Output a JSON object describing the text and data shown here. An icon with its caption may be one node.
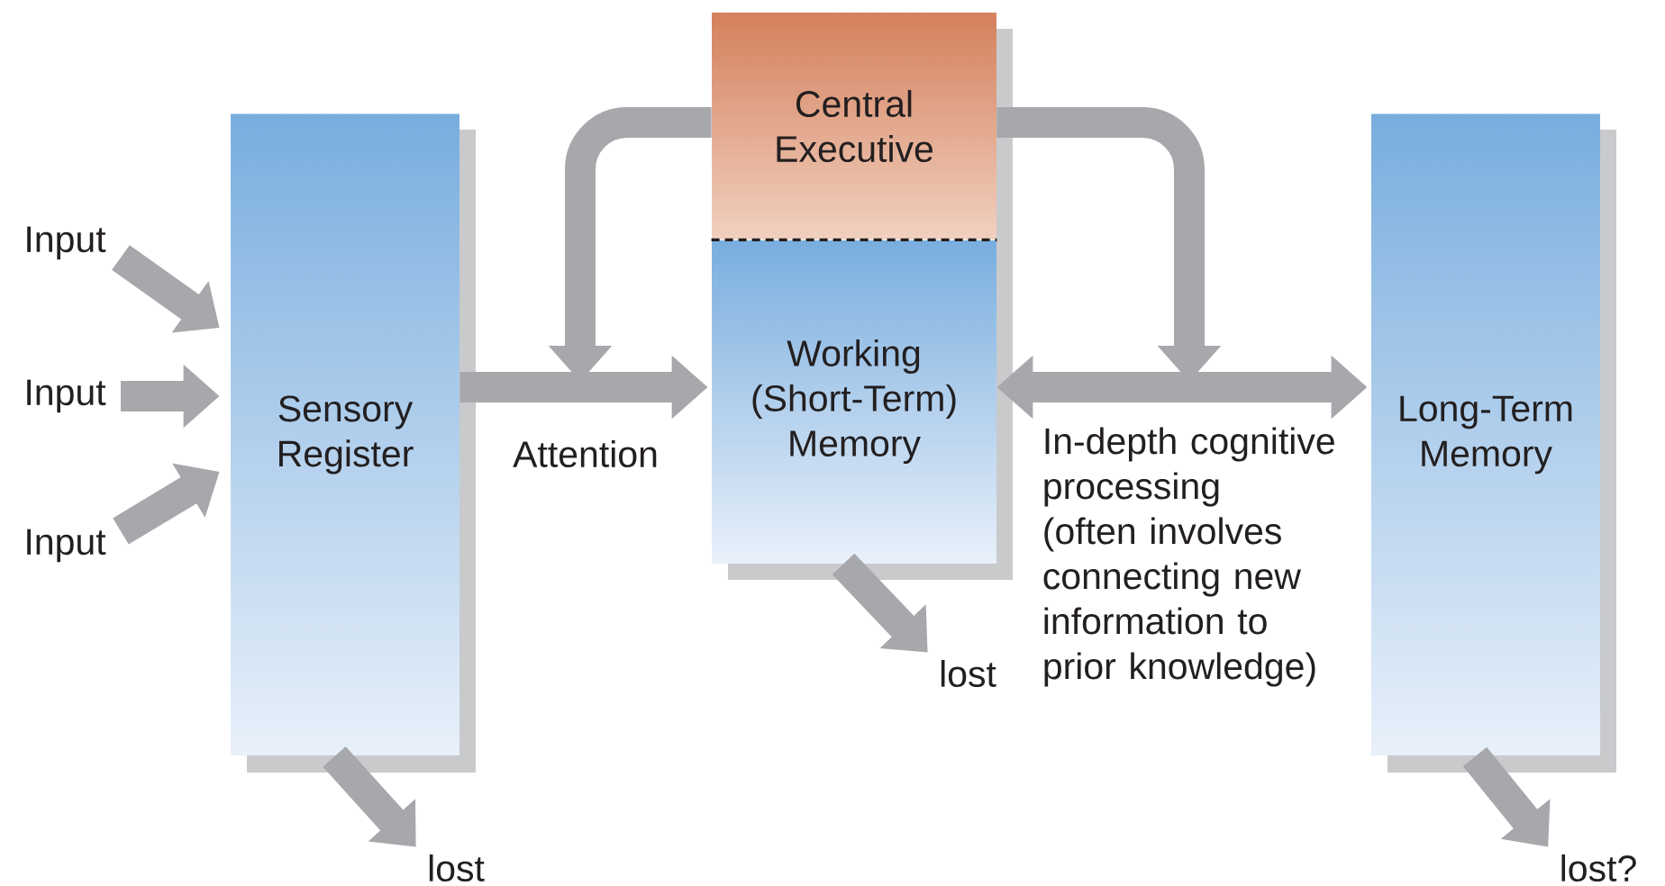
{
  "diagram": {
    "nodes": [
      {
        "text": [
          "Input"
        ]
      },
      {
        "text": [
          "Input"
        ]
      },
      {
        "text": [
          "Input"
        ]
      },
      {
        "text": [
          "Sensory Register"
        ]
      },
      {
        "text": [
          "Central Executive"
        ]
      },
      {
        "text": [
          "Working (Short-Term) Memory"
        ]
      },
      {
        "text": [
          "Long-Term Memory"
        ]
      },
      {
        "text": [
          "lost"
        ]
      },
      {
        "text": [
          "lost"
        ]
      },
      {
        "text": [
          "lost?"
        ]
      }
    ],
    "edges": [
      {
        "from": 0,
        "to": 3,
        "arrow": "to"
      },
      {
        "from": 1,
        "to": 3,
        "arrow": "to"
      },
      {
        "from": 2,
        "to": 3,
        "arrow": "to"
      },
      {
        "from": 3,
        "to": 5,
        "arrow": "to",
        "label": "Attention"
      },
      {
        "from": 5,
        "to": 6,
        "arrow": "both",
        "label": "In-depth cognitive processing (often involves connecting new information to prior knowledge)"
      },
      {
        "from": 4,
        "to": null,
        "arrow": "to"
      },
      {
        "from": 4,
        "to": null,
        "arrow": "to"
      },
      {
        "from": 3,
        "to": 7,
        "arrow": "to"
      },
      {
        "from": 5,
        "to": 8,
        "arrow": "to"
      },
      {
        "from": 6,
        "to": 9,
        "arrow": "to"
      }
    ]
  }
}
